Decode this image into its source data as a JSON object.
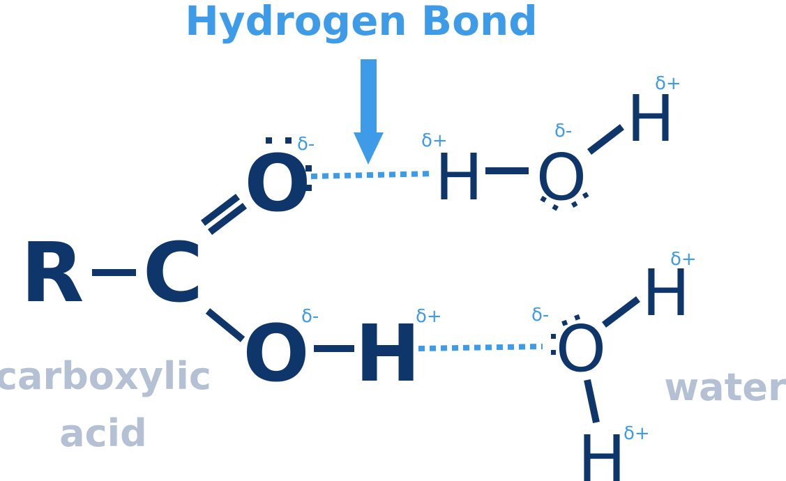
{
  "title": "Hydrogen Bond",
  "colors": {
    "atom": "#0f366b",
    "accent": "#3e9be8",
    "label": "#b4c0d3",
    "background": "#ffffff"
  },
  "carboxylic_acid": {
    "label_line1": "carboxylic",
    "label_line2": "acid",
    "atoms": {
      "r": "R",
      "c": "C",
      "o_double": "O",
      "o_single": "O",
      "h": "H"
    },
    "charges": {
      "o_double": "δ-",
      "o_single": "δ-",
      "h": "δ+"
    }
  },
  "water_top": {
    "atoms": {
      "h_bonded": "H",
      "o": "O",
      "h_free": "H"
    },
    "charges": {
      "h_bonded": "δ+",
      "o": "δ-",
      "h_free": "δ+"
    }
  },
  "water_bottom": {
    "label": "water",
    "atoms": {
      "o": "O",
      "h_top": "H",
      "h_bottom": "H"
    },
    "charges": {
      "o": "δ-",
      "h_top": "δ+",
      "h_bottom": "δ+"
    }
  }
}
